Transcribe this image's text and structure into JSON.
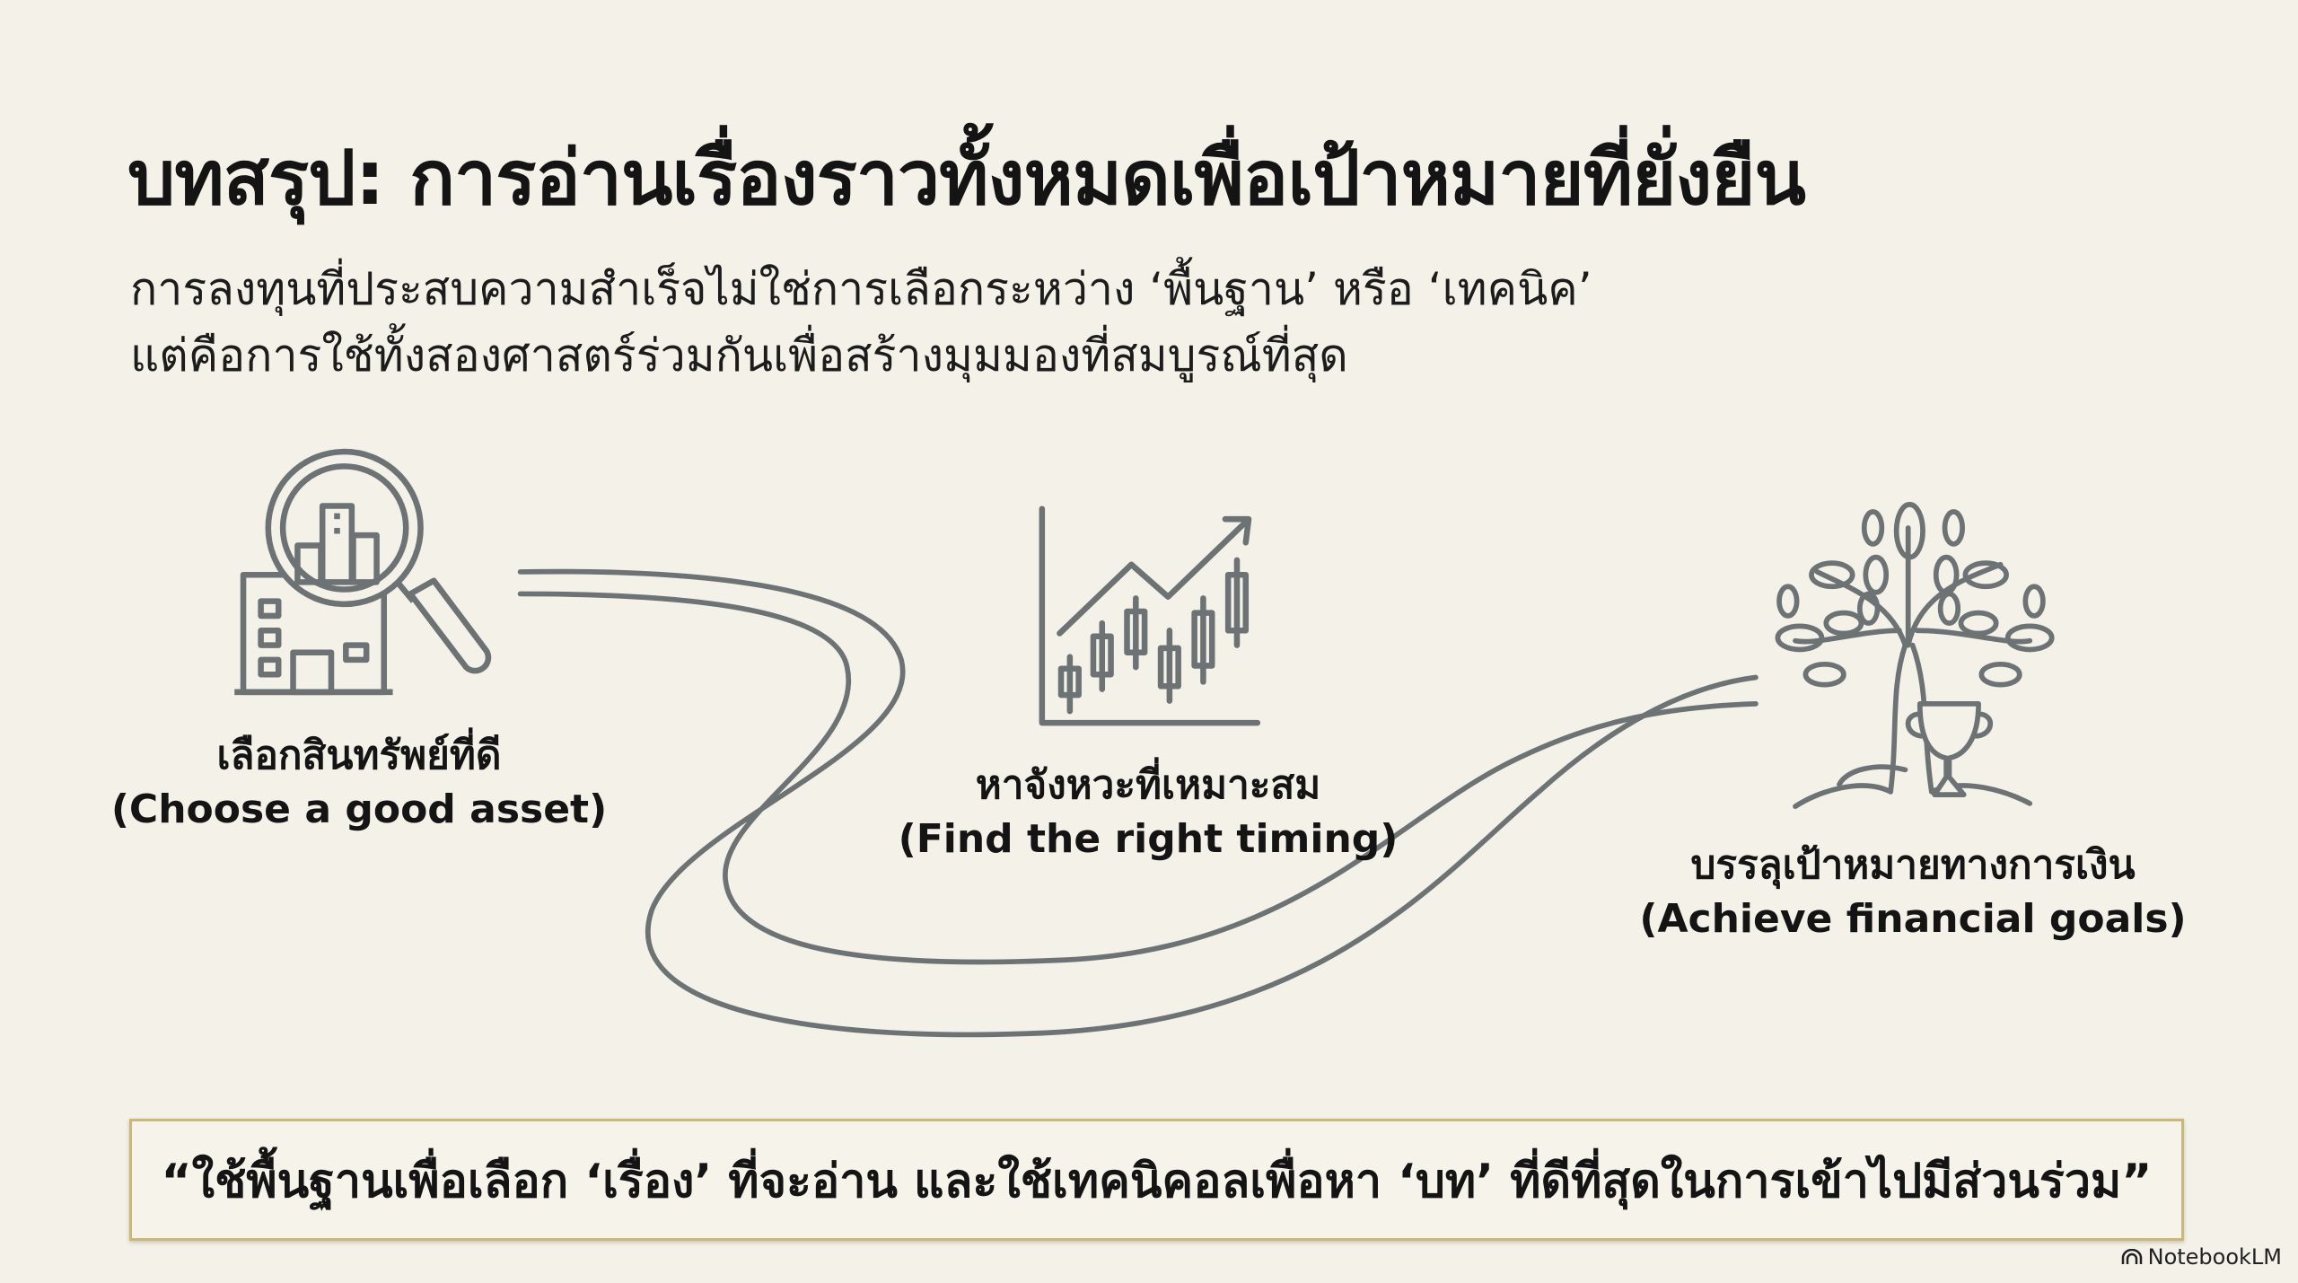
{
  "title": "บทสรุป: การอ่านเรื่องราวทั้งหมดเพื่อเป้าหมายที่ยั่งยืน",
  "subtitle": {
    "line1": "การลงทุนที่ประสบความสำเร็จไม่ใช่การเลือกระหว่าง ‘พื้นฐาน’ หรือ ‘เทคนิค’",
    "line2": "แต่คือการใช้ทั้งสองศาสตร์ร่วมกันเพื่อสร้างมุมมองที่สมบูรณ์ที่สุด"
  },
  "steps": [
    {
      "icon": "magnifier-building-icon",
      "thai": "เลือกสินทรัพย์ที่ดี",
      "english": "(Choose a good asset)"
    },
    {
      "icon": "candlestick-chart-icon",
      "thai": "หาจังหวะที่เหมาะสม",
      "english": "(Find the right timing)"
    },
    {
      "icon": "tree-trophy-icon",
      "thai": "บรรลุเป้าหมายทางการเงิน",
      "english": "(Achieve financial goals)"
    }
  ],
  "quote": "“ใช้พื้นฐานเพื่อเลือก ‘เรื่อง’ ที่จะอ่าน และใช้เทคนิคอลเพื่อหา ‘บท’ ที่ดีที่สุดในการเข้าไปมีส่วนร่วม”",
  "brand": "NotebookLM",
  "colors": {
    "background": "#f3f1e8",
    "line": "#6d7274",
    "quote_border": "#c9b878"
  }
}
